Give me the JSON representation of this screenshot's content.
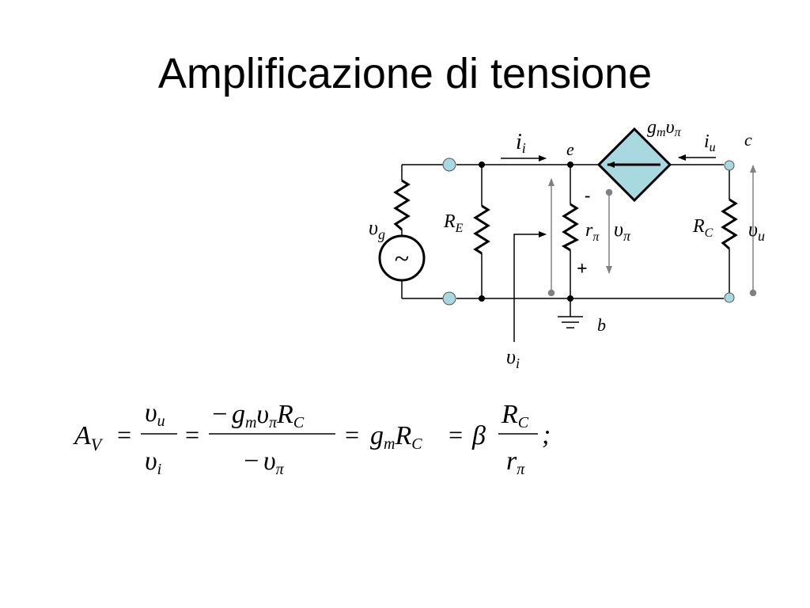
{
  "slide": {
    "title": "Amplificazione di tensione"
  },
  "circuit": {
    "colors": {
      "wire": "#000000",
      "terminal": "#a8d8e0",
      "source_fill": "#a8d8e0",
      "arrow": "#808080"
    },
    "labels": {
      "ii": {
        "main": "i",
        "sub": "i"
      },
      "node_e": "e",
      "node_c": "c",
      "node_b": "b",
      "gm": {
        "g": "g",
        "gsub": "m",
        "v": "υ",
        "vsub": "π"
      },
      "iu": {
        "main": "i",
        "sub": "u"
      },
      "vg": {
        "main": "υ",
        "sub": "g"
      },
      "RE": {
        "main": "R",
        "sub": "E"
      },
      "rpi": {
        "main": "r",
        "sub": "π"
      },
      "vpi": {
        "main": "υ",
        "sub": "π"
      },
      "RC": {
        "main": "R",
        "sub": "C"
      },
      "vu": {
        "main": "υ",
        "sub": "u"
      },
      "vi": {
        "main": "υ",
        "sub": "i"
      },
      "minus": "-",
      "plus": "+",
      "ac_symbol": "~"
    }
  },
  "formula": {
    "lhs": {
      "main": "A",
      "sub": "V"
    },
    "eq": "=",
    "frac1": {
      "num": "υ",
      "num_sub": "u",
      "den": "υ",
      "den_sub": "i"
    },
    "frac2": {
      "num_minus": "−",
      "num_g": "g",
      "num_g_sub": "m",
      "num_v": "υ",
      "num_v_sub": "π",
      "num_R": "R",
      "num_R_sub": "C",
      "den_minus": "−",
      "den_v": "υ",
      "den_v_sub": "π"
    },
    "term3": {
      "g": "g",
      "g_sub": "m",
      "R": "R",
      "R_sub": "C"
    },
    "beta": "β",
    "frac4": {
      "num": "R",
      "num_sub": "C",
      "den": "r",
      "den_sub": "π"
    },
    "end": ";"
  }
}
